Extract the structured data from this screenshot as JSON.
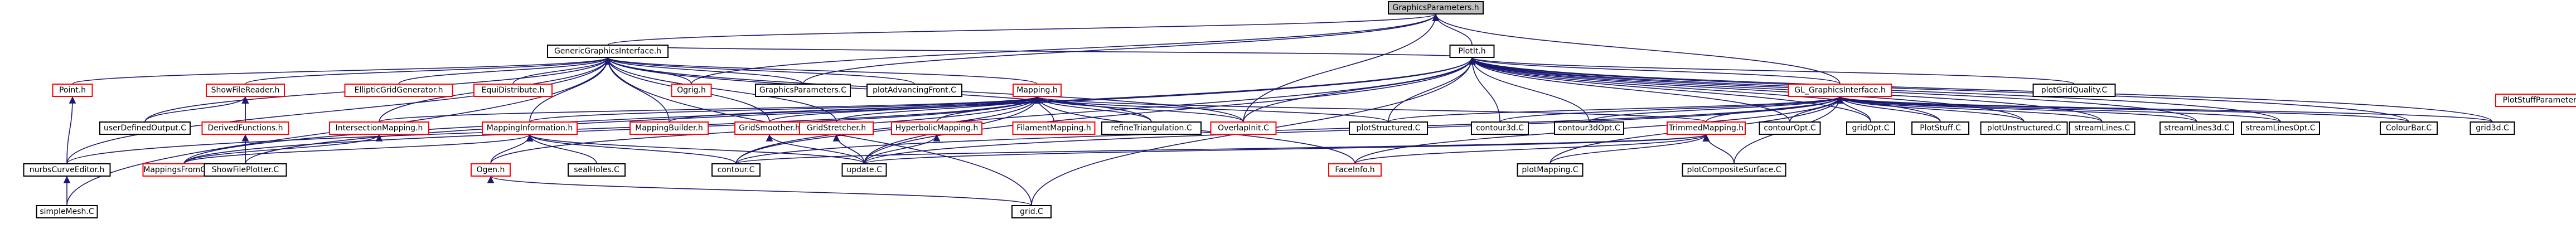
{
  "graph": {
    "edge_color": "#191970",
    "red_border": "#ff0000",
    "root_fill": "#bfbfbf",
    "nodes": {
      "gp": {
        "label": "GraphicsParameters.h",
        "style": "root"
      },
      "pspc": {
        "label": "PlotStuffParameters.h",
        "style": "red"
      },
      "ggi": {
        "label": "GenericGraphicsInterface.h",
        "style": "black"
      },
      "ploth": {
        "label": "PlotIt.h",
        "style": "black"
      },
      "pointh": {
        "label": "Point.h",
        "style": "red"
      },
      "sfr": {
        "label": "ShowFileReader.h",
        "style": "red"
      },
      "egg": {
        "label": "EllipticGridGenerator.h",
        "style": "red"
      },
      "eqd": {
        "label": "EquiDistribute.h",
        "style": "red"
      },
      "ogrig": {
        "label": "Ogrig.h",
        "style": "red"
      },
      "gpc": {
        "label": "GraphicsParameters.C",
        "style": "black"
      },
      "pafc": {
        "label": "plotAdvancingFront.C",
        "style": "black"
      },
      "mappingh": {
        "label": "Mapping.h",
        "style": "red"
      },
      "glgi": {
        "label": "GL_GraphicsInterface.h",
        "style": "red"
      },
      "pgq": {
        "label": "plotGridQuality.C",
        "style": "black"
      },
      "udo": {
        "label": "userDefinedOutput.C",
        "style": "black"
      },
      "dfh": {
        "label": "DerivedFunctions.h",
        "style": "red"
      },
      "imh": {
        "label": "IntersectionMapping.h",
        "style": "red"
      },
      "mih": {
        "label": "MappingInformation.h",
        "style": "red"
      },
      "mbh": {
        "label": "MappingBuilder.h",
        "style": "red"
      },
      "gsmh": {
        "label": "GridSmoother.h",
        "style": "red"
      },
      "gsth": {
        "label": "GridStretcher.h",
        "style": "red"
      },
      "hmh": {
        "label": "HyperbolicMapping.h",
        "style": "red"
      },
      "fmh": {
        "label": "FilamentMapping.h",
        "style": "red"
      },
      "rtc": {
        "label": "refineTriangulation.C",
        "style": "black"
      },
      "ovc": {
        "label": "OverlapInit.C",
        "style": "red"
      },
      "psc": {
        "label": "plotStructured.C",
        "style": "black"
      },
      "c3d": {
        "label": "contour3d.C",
        "style": "black"
      },
      "c3do": {
        "label": "contour3dOpt.C",
        "style": "black"
      },
      "tmh": {
        "label": "TrimmedMapping.h",
        "style": "red"
      },
      "copt": {
        "label": "contourOpt.C",
        "style": "black"
      },
      "gopt": {
        "label": "gridOpt.C",
        "style": "black"
      },
      "pstf": {
        "label": "PlotStuff.C",
        "style": "black"
      },
      "punst": {
        "label": "plotUnstructured.C",
        "style": "black"
      },
      "sl": {
        "label": "streamLines.C",
        "style": "black"
      },
      "sl3": {
        "label": "streamLines3d.C",
        "style": "black"
      },
      "slo": {
        "label": "streamLinesOpt.C",
        "style": "black"
      },
      "cb": {
        "label": "ColourBar.C",
        "style": "black"
      },
      "g3d": {
        "label": "grid3d.C",
        "style": "black"
      },
      "nce": {
        "label": "nurbsCurveEditor.h",
        "style": "black"
      },
      "mfc": {
        "label": "MappingsFromCAD.h",
        "style": "red"
      },
      "sfp": {
        "label": "ShowFilePlotter.C",
        "style": "black"
      },
      "ogenh": {
        "label": "Ogen.h",
        "style": "red"
      },
      "seal": {
        "label": "sealHoles.C",
        "style": "black"
      },
      "cntc": {
        "label": "contour.C",
        "style": "black"
      },
      "updc": {
        "label": "update.C",
        "style": "black"
      },
      "fih": {
        "label": "FaceInfo.h",
        "style": "red"
      },
      "pmap": {
        "label": "plotMapping.C",
        "style": "black"
      },
      "pcs": {
        "label": "plotCompositeSurface.C",
        "style": "black"
      },
      "smc": {
        "label": "simpleMesh.C",
        "style": "black"
      },
      "gridc": {
        "label": "grid.C",
        "style": "black"
      }
    },
    "edges": [
      [
        "gp",
        "ggi"
      ],
      [
        "gp",
        "ploth"
      ],
      [
        "gp",
        "glgi"
      ],
      [
        "gp",
        "ogrig"
      ],
      [
        "gp",
        "gpc"
      ],
      [
        "gp",
        "ovc"
      ],
      [
        "ggi",
        "pointh"
      ],
      [
        "ggi",
        "sfr"
      ],
      [
        "ggi",
        "egg"
      ],
      [
        "ggi",
        "eqd"
      ],
      [
        "ggi",
        "ogrig"
      ],
      [
        "ggi",
        "gpc"
      ],
      [
        "ggi",
        "pafc"
      ],
      [
        "ggi",
        "mappingh"
      ],
      [
        "ggi",
        "udo"
      ],
      [
        "ggi",
        "imh"
      ],
      [
        "ggi",
        "mih"
      ],
      [
        "ggi",
        "mbh"
      ],
      [
        "ggi",
        "gsmh"
      ],
      [
        "ggi",
        "gsth"
      ],
      [
        "ggi",
        "ovc"
      ],
      [
        "ggi",
        "rtc"
      ],
      [
        "ggi",
        "smc"
      ],
      [
        "ggi",
        "nce"
      ],
      [
        "ploth",
        "ggi"
      ],
      [
        "ploth",
        "glgi"
      ],
      [
        "ploth",
        "psc"
      ],
      [
        "ploth",
        "c3d"
      ],
      [
        "ploth",
        "c3do"
      ],
      [
        "ploth",
        "copt"
      ],
      [
        "ploth",
        "gopt"
      ],
      [
        "ploth",
        "pstf"
      ],
      [
        "ploth",
        "punst"
      ],
      [
        "ploth",
        "sl"
      ],
      [
        "ploth",
        "sl3"
      ],
      [
        "ploth",
        "slo"
      ],
      [
        "ploth",
        "cb"
      ],
      [
        "ploth",
        "g3d"
      ],
      [
        "ploth",
        "pgq"
      ],
      [
        "ploth",
        "ovc"
      ],
      [
        "ploth",
        "updc"
      ],
      [
        "ploth",
        "cntc"
      ],
      [
        "ploth",
        "sfp"
      ],
      [
        "ploth",
        "mfc"
      ],
      [
        "pointh",
        "nce"
      ],
      [
        "sfr",
        "dfh"
      ],
      [
        "sfr",
        "sfp"
      ],
      [
        "sfr",
        "udo"
      ],
      [
        "dfh",
        "sfp"
      ],
      [
        "mappingh",
        "imh"
      ],
      [
        "mappingh",
        "mih"
      ],
      [
        "mappingh",
        "mbh"
      ],
      [
        "mappingh",
        "gsmh"
      ],
      [
        "mappingh",
        "gsth"
      ],
      [
        "mappingh",
        "hmh"
      ],
      [
        "mappingh",
        "fmh"
      ],
      [
        "mappingh",
        "rtc"
      ],
      [
        "mappingh",
        "ovc"
      ],
      [
        "mappingh",
        "psc"
      ],
      [
        "mappingh",
        "tmh"
      ],
      [
        "mappingh",
        "fih"
      ],
      [
        "mappingh",
        "updc"
      ],
      [
        "mappingh",
        "cntc"
      ],
      [
        "mappingh",
        "mfc"
      ],
      [
        "mappingh",
        "ogenh"
      ],
      [
        "mappingh",
        "nce"
      ],
      [
        "imh",
        "mfc"
      ],
      [
        "mih",
        "ogenh"
      ],
      [
        "mih",
        "seal"
      ],
      [
        "mih",
        "cntc"
      ],
      [
        "mih",
        "updc"
      ],
      [
        "mih",
        "mfc"
      ],
      [
        "gsmh",
        "updc"
      ],
      [
        "gsth",
        "updc"
      ],
      [
        "hmh",
        "updc"
      ],
      [
        "ogenh",
        "gridc"
      ],
      [
        "nce",
        "smc"
      ],
      [
        "glgi",
        "tmh"
      ],
      [
        "glgi",
        "c3d"
      ],
      [
        "glgi",
        "c3do"
      ],
      [
        "glgi",
        "copt"
      ],
      [
        "glgi",
        "gopt"
      ],
      [
        "glgi",
        "pstf"
      ],
      [
        "glgi",
        "punst"
      ],
      [
        "glgi",
        "sl"
      ],
      [
        "glgi",
        "sl3"
      ],
      [
        "glgi",
        "slo"
      ],
      [
        "glgi",
        "cb"
      ],
      [
        "glgi",
        "g3d"
      ],
      [
        "glgi",
        "pmap"
      ],
      [
        "glgi",
        "pcs"
      ],
      [
        "glgi",
        "psc"
      ],
      [
        "glgi",
        "cntc"
      ],
      [
        "glgi",
        "updc"
      ],
      [
        "glgi",
        "fih"
      ],
      [
        "tmh",
        "pmap"
      ],
      [
        "tmh",
        "pcs"
      ],
      [
        "tmh",
        "fih"
      ],
      [
        "tmh",
        "updc"
      ],
      [
        "tmh",
        "cntc"
      ],
      [
        "ploth",
        "gridc"
      ],
      [
        "ggi",
        "gridc"
      ]
    ]
  }
}
